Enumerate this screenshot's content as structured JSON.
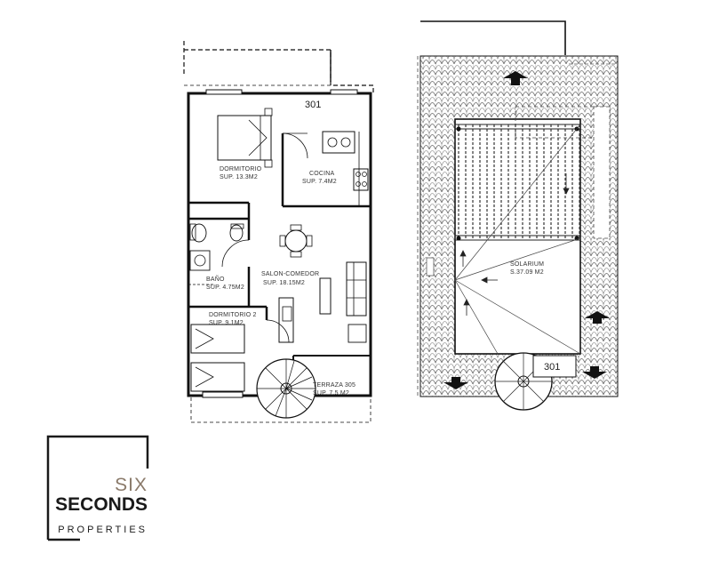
{
  "ground_floor": {
    "unit_number": "301",
    "rooms": {
      "dormitorio_1": {
        "name": "DORMITORIO",
        "area": "SUP. 13.3M2"
      },
      "cocina": {
        "name": "COCINA",
        "area": "SUP. 7.4M2"
      },
      "bano": {
        "name": "BAÑO",
        "area": "SUP. 4.75M2"
      },
      "salon": {
        "name": "SALON-COMEDOR",
        "area": "SUP. 18.15M2"
      },
      "dormitorio_2": {
        "name": "DORMITORIO 2",
        "area": "SUP. 9.1M2"
      },
      "terraza": {
        "name": "TERRAZA 305",
        "area": "SUP. 7.5 M2"
      }
    }
  },
  "roof_floor": {
    "unit_number": "301",
    "solarium": {
      "name": "SOLARIUM",
      "area": "S.37.09 M2"
    }
  },
  "logo": {
    "line1": "SIX",
    "line2": "SECONDS",
    "line3": "PROPERTIES"
  },
  "colors": {
    "line": "#111111",
    "tile": "#666666",
    "logo_accent": "#8a7a6a"
  }
}
